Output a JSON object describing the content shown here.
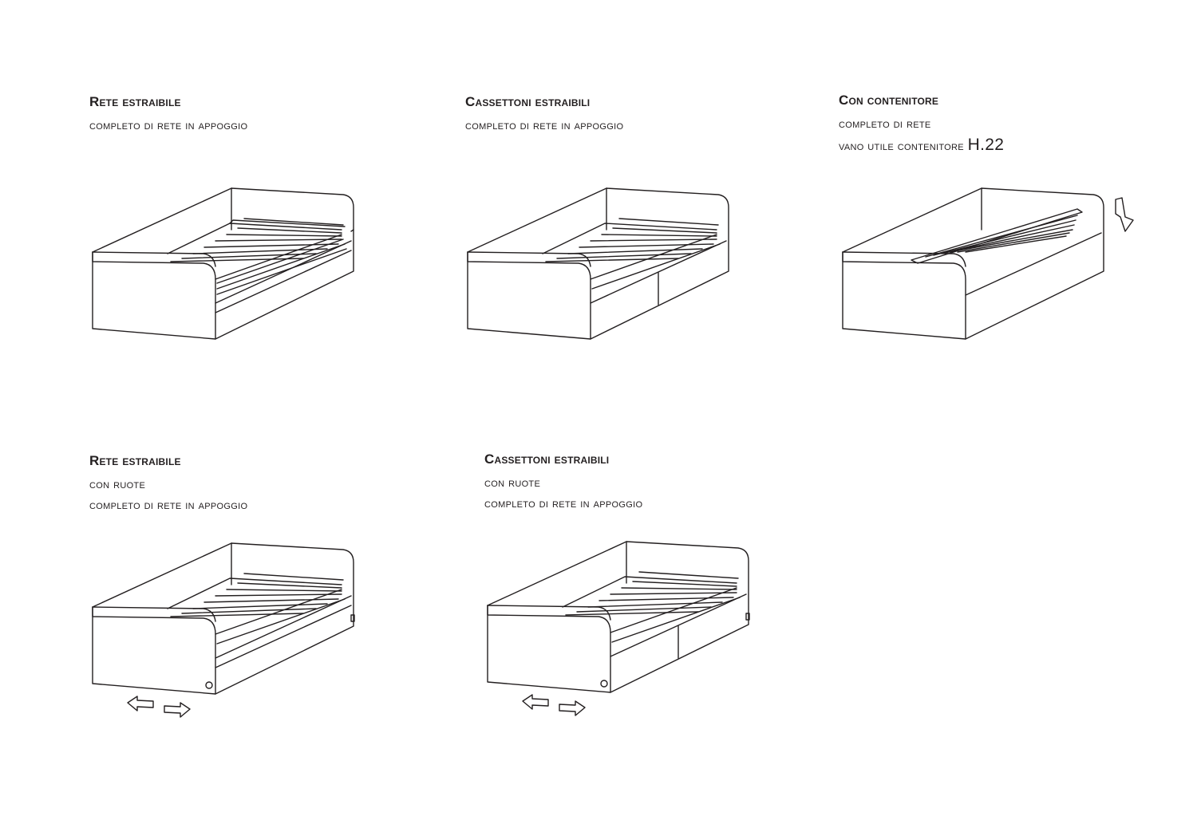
{
  "items": [
    {
      "title": "Rete estraibile",
      "lines": [
        "completo di rete in appoggio"
      ]
    },
    {
      "title": "Cassettoni estraibili",
      "lines": [
        "completo di rete in appoggio"
      ]
    },
    {
      "title": "Con contenitore",
      "lines": [
        "completo di rete"
      ],
      "extra_line_prefix": "vano utile contenitore",
      "extra_line_value": "H.22"
    },
    {
      "title": "Rete estraibile",
      "lines": [
        "con ruote",
        "completo di rete in appoggio"
      ]
    },
    {
      "title": "Cassettoni estraibili",
      "lines": [
        "con ruote",
        "completo di rete in appoggio"
      ]
    }
  ]
}
